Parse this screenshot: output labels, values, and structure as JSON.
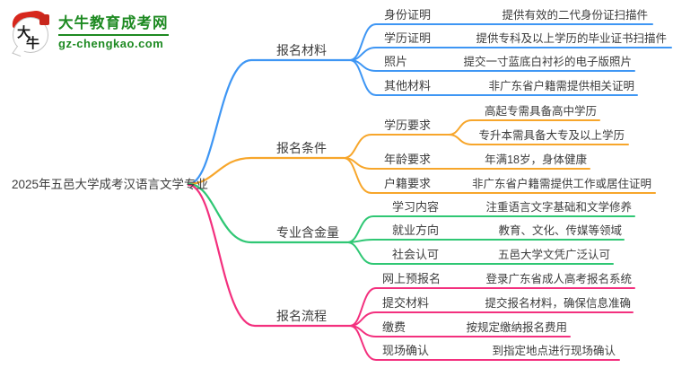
{
  "site": {
    "logo_text": "大牛教育成考网",
    "logo_domain": "gz-chengkao.com",
    "logo_icon_char1": "大",
    "logo_icon_char2": "牛",
    "brand_green": "#1e8a22",
    "brand_red": "#d7271d"
  },
  "mindmap": {
    "central_topic": "2025年五邑大学成考汉语言文学专业",
    "branches": [
      {
        "label": "报名材料",
        "color": "#3e96f4",
        "children": [
          {
            "label": "身份证明",
            "leaf": "提供有效的二代身份证扫描件"
          },
          {
            "label": "学历证明",
            "leaf": "提供专科及以上学历的毕业证书扫描件"
          },
          {
            "label": "照片",
            "leaf": "提交一寸蓝底白衬衫的电子版照片"
          },
          {
            "label": "其他材料",
            "leaf": "非广东省户籍需提供相关证明"
          }
        ]
      },
      {
        "label": "报名条件",
        "color": "#f7a62b",
        "children": [
          {
            "label": "学历要求",
            "leaves": [
              "高起专需具备高中学历",
              "专升本需具备大专及以上学历"
            ]
          },
          {
            "label": "年龄要求",
            "leaf": "年满18岁，身体健康"
          },
          {
            "label": "户籍要求",
            "leaf": "非广东省户籍需提供工作或居住证明"
          }
        ]
      },
      {
        "label": "专业含金量",
        "color": "#2fc774",
        "children": [
          {
            "label": "学习内容",
            "leaf": "注重语言文字基础和文学修养"
          },
          {
            "label": "就业方向",
            "leaf": "教育、文化、传媒等领域"
          },
          {
            "label": "社会认可",
            "leaf": "五邑大学文凭广泛认可"
          }
        ]
      },
      {
        "label": "报名流程",
        "color": "#f3307e",
        "children": [
          {
            "label": "网上预报名",
            "leaf": "登录广东省成人高考报名系统"
          },
          {
            "label": "提交材料",
            "leaf": "提交报名材料，确保信息准确"
          },
          {
            "label": "缴费",
            "leaf": "按规定缴纳报名费用"
          },
          {
            "label": "现场确认",
            "leaf": "到指定地点进行现场确认"
          }
        ]
      }
    ]
  }
}
